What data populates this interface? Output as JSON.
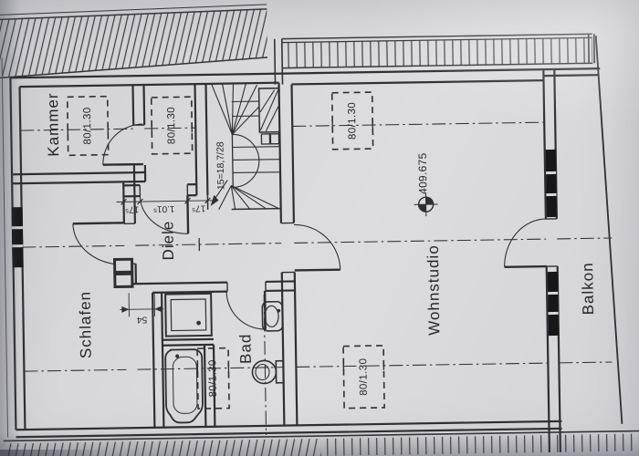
{
  "document": {
    "kind": "scanned attic floor plan"
  },
  "colors": {
    "paper": "#d7d7db",
    "ink": "#2e2e34",
    "window_fill": "#17171a"
  },
  "labels": {
    "kammer": "Kammer",
    "diele": "Diele",
    "schlafen": "Schlafen",
    "bad": "Bad",
    "wohnstudio": "Wohnstudio",
    "balkon": "Balkon"
  },
  "marks": {
    "skylight": "80/1.30",
    "stair": "15=18,7/28",
    "elevation": "409.675",
    "niche": "54",
    "wall_a": "17⁵",
    "opening": "1.01⁵",
    "wall_b": "17⁵"
  }
}
